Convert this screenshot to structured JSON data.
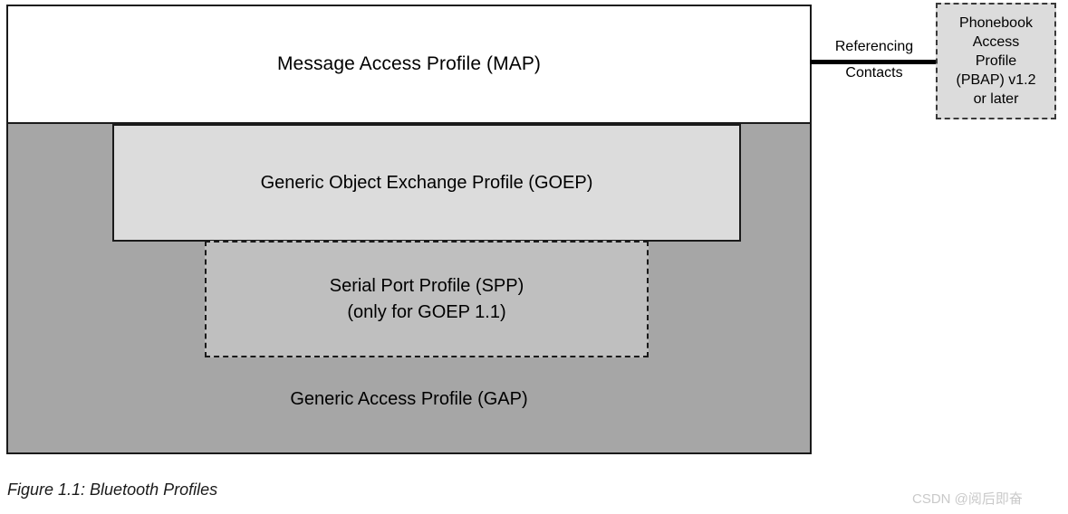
{
  "figure": {
    "caption": "Figure 1.1: Bluetooth Profiles",
    "watermark": "CSDN @阅后即奋"
  },
  "diagram": {
    "type": "layered-block-diagram",
    "blocks": {
      "gap": {
        "label": "Generic Access Profile (GAP)",
        "fill": "#a6a6a6",
        "border": "solid"
      },
      "map": {
        "label": "Message Access Profile (MAP)",
        "fill": "#ffffff",
        "border": "solid"
      },
      "goep": {
        "label": "Generic Object Exchange Profile (GOEP)",
        "fill": "#dcdcdc",
        "border": "solid"
      },
      "spp": {
        "label_line1": "Serial Port Profile (SPP)",
        "label_line2": "(only for GOEP 1.1)",
        "fill": "#bfbfbf",
        "border": "dashed"
      },
      "pbap": {
        "line1": "Phonebook",
        "line2": "Access",
        "line3": "Profile",
        "line4": "(PBAP) v1.2",
        "line5": "or later",
        "fill": "#dcdcdc",
        "border": "dashed"
      }
    },
    "connector": {
      "label_top": "Referencing",
      "label_bottom": "Contacts",
      "color": "#000000",
      "from": "map",
      "to": "pbap"
    }
  }
}
